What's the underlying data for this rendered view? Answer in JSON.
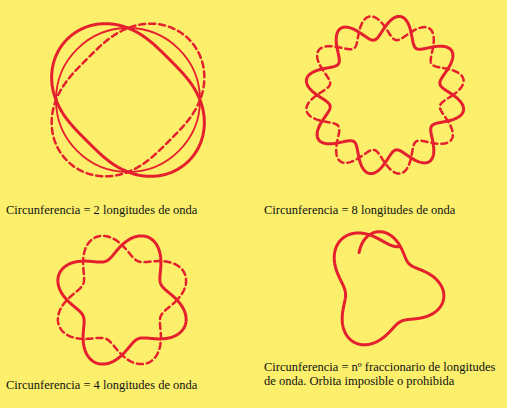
{
  "diagram": {
    "labels": [
      "Circunferencia = 2 longitudes de onda",
      "Circunferencia = 8 longitudes de onda",
      "Circunferencia = 4 longitudes de onda",
      "Circunferencia = nº fraccionario de longitudes de onda. Orbita imposible o prohibida"
    ]
  }
}
